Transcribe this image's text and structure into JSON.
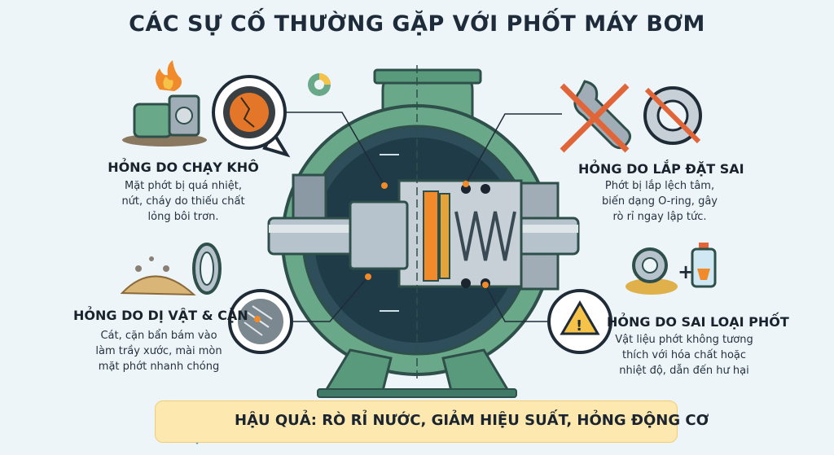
{
  "title": "CÁC SỰ CỐ THƯỜNG GẶP VỚI PHỐT MÁY BƠM",
  "issues": {
    "dry_run": {
      "heading": "HỎNG DO CHẠY KHÔ",
      "description": "Mặt phớt bị quá nhiệt,\nnứt, cháy do thiếu chất\nlỏng bôi trơn."
    },
    "debris": {
      "heading": "HỎNG DO DỊ VẬT & CẶN",
      "description": "Cát, cặn bẩn bám vào\nlàm trầy xước, mài mòn\nmặt phớt nhanh chóng"
    },
    "wrong_install": {
      "heading": "HỎNG DO LẮP ĐẶT SAI",
      "description": "Phớt bị lắp lệch tâm,\nbiến dạng O-ring, gây\nrò rỉ ngay lập tức."
    },
    "wrong_type": {
      "heading": "HỎNG DO SAI LOẠI PHỐT",
      "description": "Vật liệu phớt không tương\nthích với hóa chất hoặc\nnhiệt độ, dẫn đến hư hại"
    }
  },
  "consequence": "HẬU QUẢ: RÒ RỈ NƯỚC, GIẢM HIỆU SUẤT, HỎNG ĐỘNG CƠ",
  "colors": {
    "pump_green": "#6aa88a",
    "pump_dark": "#2f6b5e",
    "accent_orange": "#f08a2a",
    "banner": "#fde8b0",
    "warning_red": "#e0663a"
  }
}
